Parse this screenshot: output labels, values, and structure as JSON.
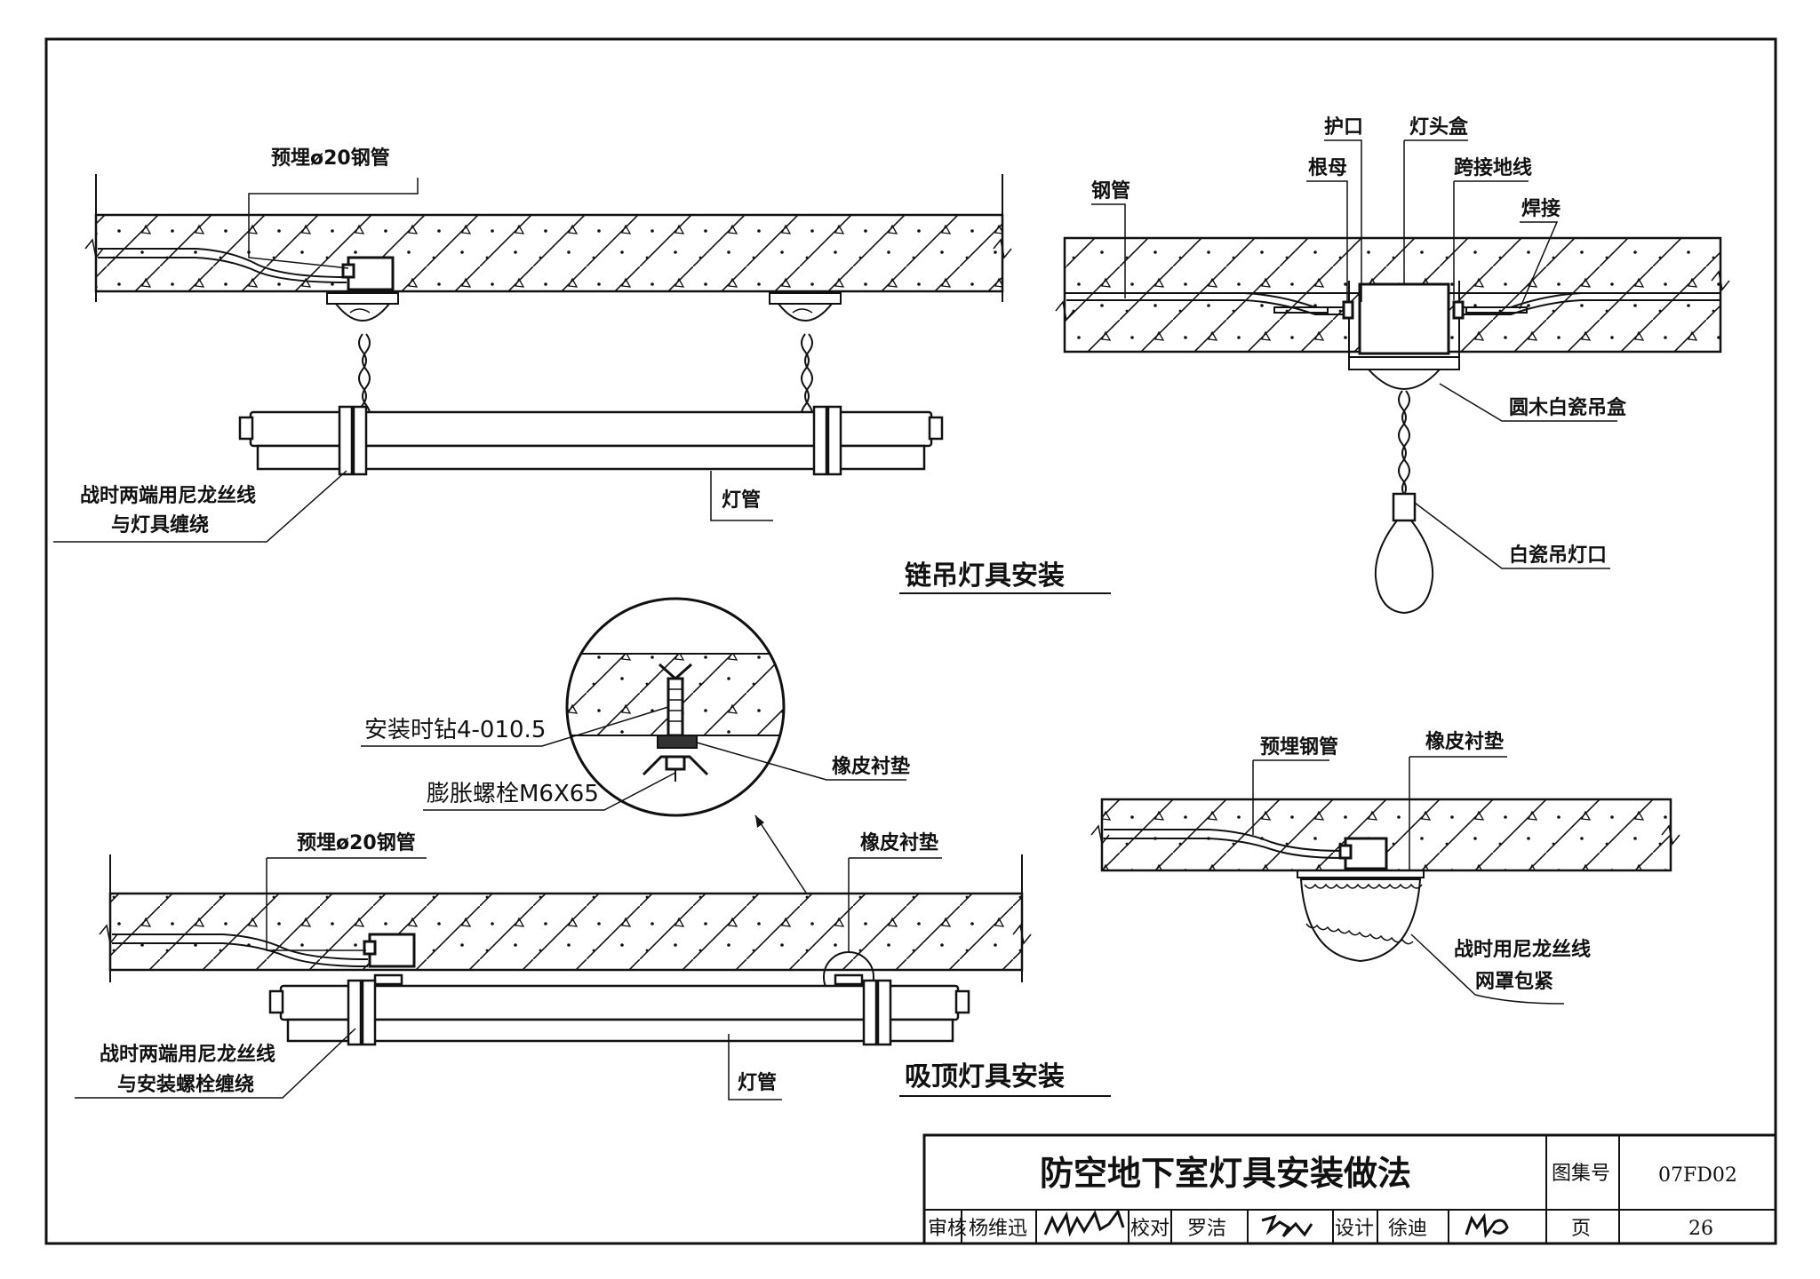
{
  "diagram": {
    "pendant_section": {
      "heading": "链吊灯具安装",
      "labels": {
        "embedded_pipe": "预埋ø20钢管",
        "wartime_wrap": "战时两端用尼龙丝线",
        "wartime_wrap_2": "与灯具缠绕",
        "lamp_tube": "灯管"
      }
    },
    "pendant_detail": {
      "labels": {
        "guard": "护口",
        "lamp_box": "灯头盒",
        "lock_nut": "根母",
        "bonding_wire": "跨接地线",
        "steel_pipe": "钢管",
        "welding": "焊接",
        "ceiling_box": "圆木白瓷吊盒",
        "lamp_holder": "白瓷吊灯口"
      }
    },
    "ceiling_section": {
      "heading": "吸顶灯具安装",
      "labels": {
        "drill": "安装时钻4-010.5",
        "bolt": "膨胀螺栓M6X65",
        "rubber_pad_detail": "橡皮衬垫",
        "embedded_pipe": "预埋ø20钢管",
        "rubber_pad": "橡皮衬垫",
        "wartime_wrap": "战时两端用尼龙丝线",
        "wartime_wrap_2": "与安装螺栓缠绕",
        "lamp_tube": "灯管"
      }
    },
    "ceiling_dome": {
      "labels": {
        "embedded_pipe": "预埋钢管",
        "rubber_pad": "橡皮衬垫",
        "net_wrap": "战时用尼龙丝线",
        "net_wrap_2": "网罩包紧"
      }
    }
  },
  "title_block": {
    "title": "防空地下室灯具安装做法",
    "atlas_label": "图集号",
    "atlas_number": "07FD02",
    "review_label": "审核",
    "reviewer": "杨维迅",
    "check_label": "校对",
    "checker": "罗洁",
    "design_label": "设计",
    "designer": "徐迪",
    "page_label": "页",
    "page_number": "26"
  },
  "colors": {
    "ink": "#111111",
    "paper": "#ffffff"
  }
}
